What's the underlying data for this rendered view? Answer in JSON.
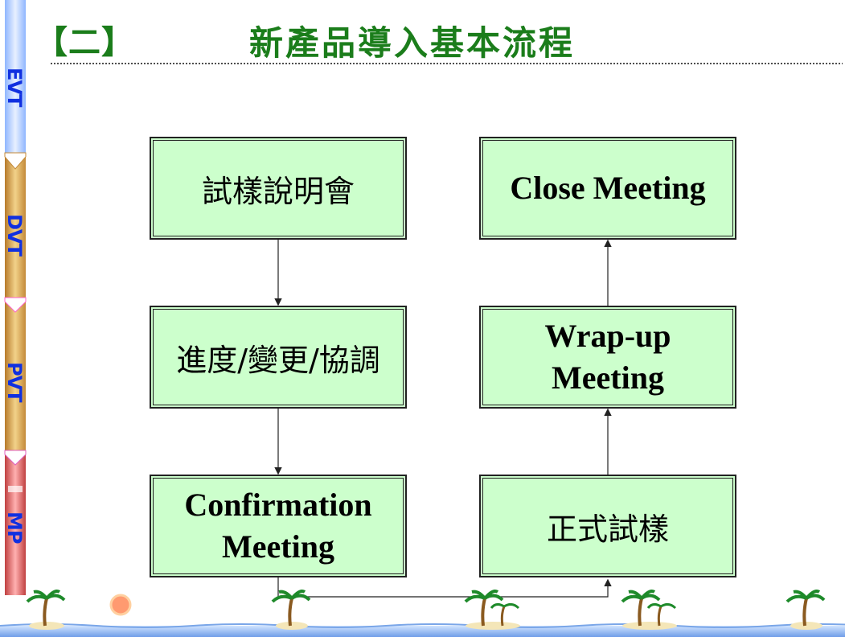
{
  "header": {
    "section_number": "【二】",
    "title": "新產品導入基本流程"
  },
  "phases": [
    "EVT",
    "DVT",
    "PVT",
    "MP"
  ],
  "flow": {
    "steps": [
      {
        "id": "kickoff",
        "label": "試樣說明會"
      },
      {
        "id": "progress",
        "label": "進度/變更/協調"
      },
      {
        "id": "confirmation",
        "label": "Confirmation Meeting"
      },
      {
        "id": "formal_trial",
        "label": "正式試樣"
      },
      {
        "id": "wrapup",
        "label": "Wrap-up Meeting"
      },
      {
        "id": "close",
        "label": "Close Meeting"
      }
    ]
  },
  "colors": {
    "title": "#1b7d1b",
    "box_fill": "#ccffcc",
    "phase_text": "#1030e0"
  }
}
